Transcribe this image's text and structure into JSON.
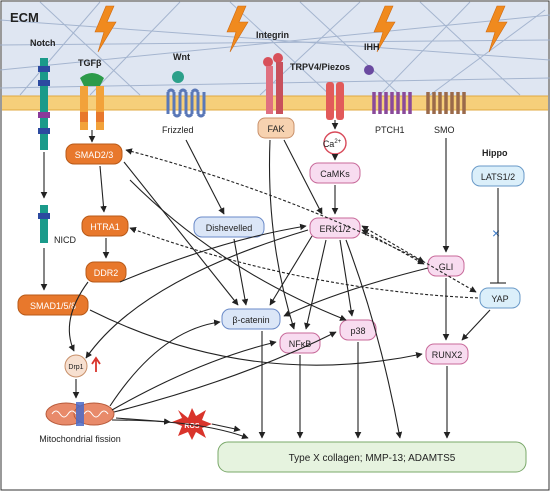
{
  "labels": {
    "ecm": "ECM",
    "notch": "Notch",
    "tgfb": "TGFβ",
    "wnt": "Wnt",
    "frizzled": "Frizzled",
    "integrin": "Integrin",
    "trpv4": "TRPV4/Piezos",
    "ihh": "IHH",
    "ptch1": "PTCH1",
    "smo": "SMO",
    "fak": "FAK",
    "ca": "Ca",
    "ca_sup": "2+",
    "camks": "CaMKs",
    "smad23": "SMAD2/3",
    "htra1": "HTRA1",
    "ddr2": "DDR2",
    "smad158": "SMAD1/5/8",
    "nicd": "NICD",
    "dishevelled": "Dishevelled",
    "erk": "ERK1/2",
    "gli": "GLI",
    "hippo": "Hippo",
    "lats": "LATS1/2",
    "yap": "YAP",
    "bcatenin": "β-catenin",
    "nfkb": "NFκB",
    "p38": "p38",
    "runx2": "RUNX2",
    "drp1": "Drp1",
    "mito": "Mitochondrial fission",
    "ros": "ROS",
    "output": "Type X collagen; MMP-13; ADAMTS5"
  },
  "colors": {
    "orange": "#e8782c",
    "orange_dark": "#c8581a",
    "blue_node": "#dbe6f7",
    "pink_node": "#f8dcf0",
    "green_box": "#e6f3df",
    "membrane": "#f6cf7a",
    "lightning": "#f08a1e",
    "ros": "#d9342b"
  }
}
